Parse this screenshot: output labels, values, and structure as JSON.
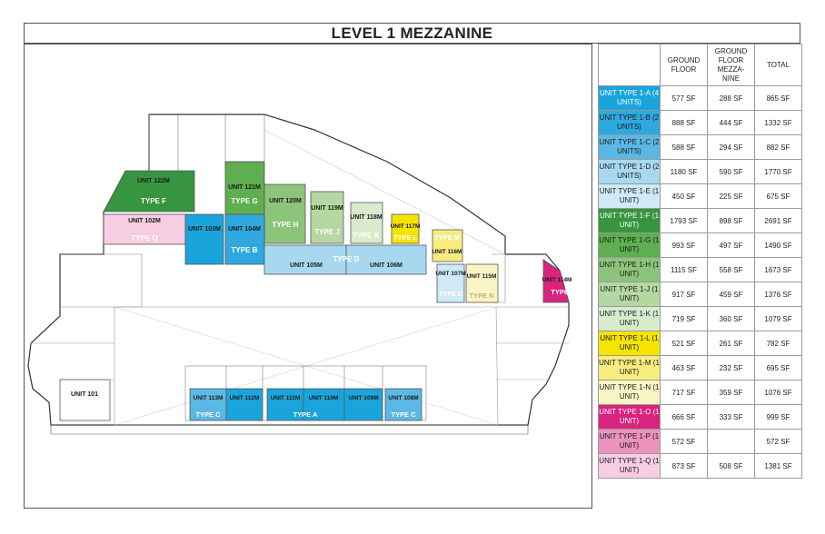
{
  "title": "LEVEL 1 MEZZANINE",
  "table": {
    "headers": [
      "",
      "GROUND FLOOR",
      "GROUND FLOOR MEZZA- NINE",
      "TOTAL"
    ],
    "rows": [
      {
        "label": "UNIT TYPE 1-A (4 UNITS)",
        "ground": "577 SF",
        "mezz": "288 SF",
        "total": "865 SF",
        "color": "#1aa4dc"
      },
      {
        "label": "UNIT TYPE 1-B (2 UNITS)",
        "ground": "888 SF",
        "mezz": "444 SF",
        "total": "1332 SF",
        "color": "#2fa8e0"
      },
      {
        "label": "UNIT TYPE 1-C (2 UNITS)",
        "ground": "588 SF",
        "mezz": "294 SF",
        "total": "882 SF",
        "color": "#5bb8e4"
      },
      {
        "label": "UNIT TYPE 1-D (2 UNITS)",
        "ground": "1180 SF",
        "mezz": "590 SF",
        "total": "1770 SF",
        "color": "#a8d8f0"
      },
      {
        "label": "UNIT TYPE 1-E (1 UNIT)",
        "ground": "450 SF",
        "mezz": "225 SF",
        "total": "675 SF",
        "color": "#cfe9f6"
      },
      {
        "label": "UNIT TYPE 1-F (1 UNIT)",
        "ground": "1793 SF",
        "mezz": "898 SF",
        "total": "2691 SF",
        "color": "#36953e"
      },
      {
        "label": "UNIT TYPE 1-G (1 UNIT)",
        "ground": "993 SF",
        "mezz": "497 SF",
        "total": "1490 SF",
        "color": "#5fae4f"
      },
      {
        "label": "UNIT TYPE 1-H (1 UNIT)",
        "ground": "1115 SF",
        "mezz": "558 SF",
        "total": "1673 SF",
        "color": "#8cc47b"
      },
      {
        "label": "UNIT TYPE 1-J (1 UNIT)",
        "ground": "917 SF",
        "mezz": "459 SF",
        "total": "1376 SF",
        "color": "#b5d8a3"
      },
      {
        "label": "UNIT TYPE 1-K (1 UNIT)",
        "ground": "719 SF",
        "mezz": "360 SF",
        "total": "1079 SF",
        "color": "#d8ebcd"
      },
      {
        "label": "UNIT TYPE 1-L (1 UNIT)",
        "ground": "521 SF",
        "mezz": "261 SF",
        "total": "782 SF",
        "color": "#f4e400"
      },
      {
        "label": "UNIT TYPE 1-M (1 UNIT)",
        "ground": "463 SF",
        "mezz": "232 SF",
        "total": "695 SF",
        "color": "#f7ec80"
      },
      {
        "label": "UNIT TYPE 1-N (1 UNIT)",
        "ground": "717 SF",
        "mezz": "359 SF",
        "total": "1076 SF",
        "color": "#faf4c4"
      },
      {
        "label": "UNIT TYPE 1-O (1 UNIT)",
        "ground": "666 SF",
        "mezz": "333 SF",
        "total": "999 SF",
        "color": "#d9247f"
      },
      {
        "label": "UNIT TYPE 1-P (1 UNIT)",
        "ground": "572 SF",
        "mezz": "",
        "total": "572 SF",
        "color": "#ec92bf"
      },
      {
        "label": "UNIT TYPE 1-Q (1 UNIT)",
        "ground": "873 SF",
        "mezz": "508 SF",
        "total": "1381 SF",
        "color": "#f7cde2"
      }
    ]
  },
  "plan": {
    "units": [
      {
        "id": "u122",
        "unit": "UNIT 122M",
        "type": "TYPE F",
        "color": "#36953e"
      },
      {
        "id": "u121",
        "unit": "UNIT 121M",
        "type": "TYPE G",
        "color": "#5fae4f"
      },
      {
        "id": "u120",
        "unit": "UNIT 120M",
        "type": "TYPE H",
        "color": "#8cc47b"
      },
      {
        "id": "u119",
        "unit": "UNIT 119M",
        "type": "TYPE J",
        "color": "#b5d8a3"
      },
      {
        "id": "u118",
        "unit": "UNIT 118M",
        "type": "TYPE K",
        "color": "#d8ebcd"
      },
      {
        "id": "u117",
        "unit": "UNIT 117M",
        "type": "TYPE L",
        "color": "#f4e400"
      },
      {
        "id": "u116",
        "unit": "UNIT 116M",
        "type": "TYPE M",
        "color": "#f7ec80"
      },
      {
        "id": "u115",
        "unit": "UNIT 115M",
        "type": "TYPE N",
        "color": "#faf4c4"
      },
      {
        "id": "u114",
        "unit": "UNIT 114M",
        "type": "TYPE O",
        "color": "#d9247f"
      },
      {
        "id": "u102",
        "unit": "UNIT 102M",
        "type": "TYPE Q",
        "color": "#f7cde2"
      },
      {
        "id": "u103",
        "unit": "UNIT 103M",
        "type": "",
        "color": "#1aa4dc"
      },
      {
        "id": "u104",
        "unit": "UNIT 104M",
        "type": "TYPE B",
        "color": "#2fa8e0"
      },
      {
        "id": "u105",
        "unit": "UNIT 105M",
        "type": "",
        "color": "#a8d8f0"
      },
      {
        "id": "u106",
        "unit": "UNIT 106M",
        "type": "TYPE D",
        "color": "#a8d8f0"
      },
      {
        "id": "u107",
        "unit": "UNIT 107M",
        "type": "TYPE E",
        "color": "#cfe9f6"
      },
      {
        "id": "u101",
        "unit": "UNIT 101",
        "type": "",
        "color": "#ffffff"
      },
      {
        "id": "u113",
        "unit": "UNIT 113M",
        "type": "TYPE C",
        "color": "#5bb8e4"
      },
      {
        "id": "u112",
        "unit": "UNIT 112M",
        "type": "",
        "color": "#1aa4dc"
      },
      {
        "id": "u111",
        "unit": "UNIT 111M",
        "type": "",
        "color": "#1aa4dc"
      },
      {
        "id": "u110",
        "unit": "UNIT 110M",
        "type": "TYPE A",
        "color": "#1aa4dc"
      },
      {
        "id": "u109",
        "unit": "UNIT 109M",
        "type": "",
        "color": "#1aa4dc"
      },
      {
        "id": "u108",
        "unit": "UNIT 108M",
        "type": "TYPE C",
        "color": "#5bb8e4"
      }
    ]
  }
}
